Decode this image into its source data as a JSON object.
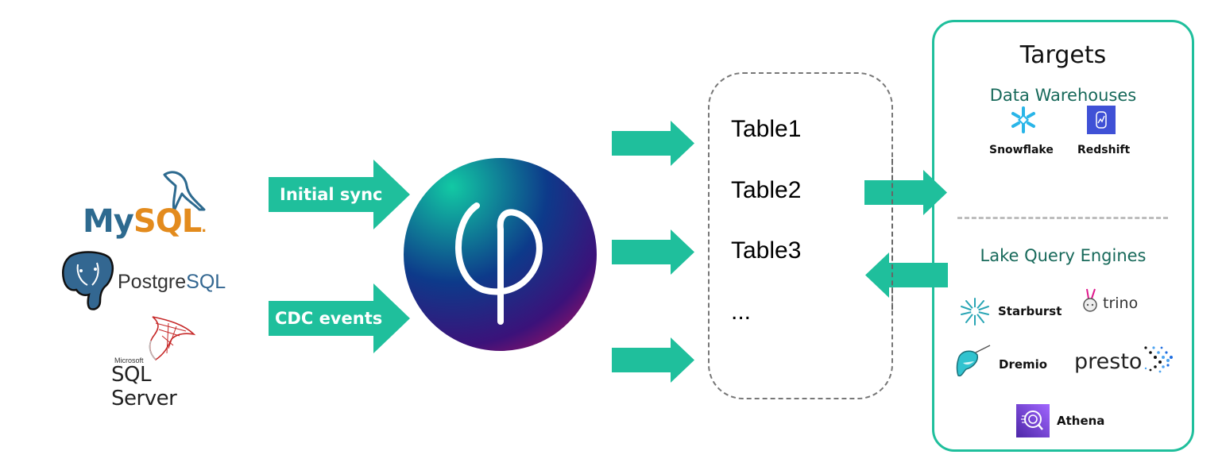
{
  "sources": {
    "mysql": {
      "name_part1": "My",
      "name_part2": "SQL",
      "suffix": "."
    },
    "postgresql": {
      "name_part1": "Postgre",
      "name_part2": "SQL"
    },
    "sqlserver": {
      "brand": "Microsoft",
      "name": "SQL Server"
    }
  },
  "ingest_arrows": [
    {
      "label": "Initial sync"
    },
    {
      "label": "CDC events"
    }
  ],
  "engine": {
    "symbol": "φ"
  },
  "tables": {
    "items": [
      "Table1",
      "Table2",
      "Table3",
      "..."
    ]
  },
  "targets": {
    "title": "Targets",
    "warehouses": {
      "heading": "Data Warehouses",
      "items": [
        {
          "name": "Snowflake",
          "icon": "snowflake-icon"
        },
        {
          "name": "Redshift",
          "icon": "redshift-icon"
        }
      ]
    },
    "lake_engines": {
      "heading": "Lake Query Engines",
      "items": [
        {
          "name": "Starburst",
          "icon": "starburst-icon"
        },
        {
          "name": "trino",
          "icon": "trino-icon"
        },
        {
          "name": "Dremio",
          "icon": "dremio-icon"
        },
        {
          "name": "presto",
          "icon": "presto-icon"
        },
        {
          "name": "Athena",
          "icon": "athena-icon"
        }
      ]
    }
  },
  "colors": {
    "accent": "#1fbf9c",
    "heading_green": "#17695a",
    "mysql_blue": "#2d6a8f",
    "mysql_orange": "#e38b1d",
    "postgres_blue": "#336791"
  }
}
